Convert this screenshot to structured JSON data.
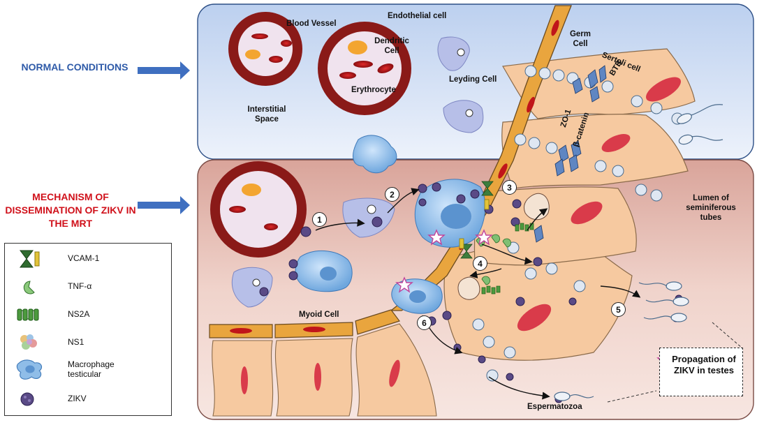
{
  "side_labels": {
    "normal": "NORMAL CONDITIONS",
    "mechanism": "MECHANISM OF DISSEMINATION OF ZIKV IN THE MRT"
  },
  "labels": {
    "blood_vessel": "Blood Vessel",
    "endothelial_cell": "Endothelial cell",
    "dendritic_cell": "Dendritic Cell",
    "erythrocyte": "Erythrocyte",
    "leyding_cell": "Leyding Cell",
    "interstitial_space": "Interstitial Space",
    "germ_cell": "Germ Cell",
    "sertoli_cell": "Sertoli cell",
    "btb": "BTB",
    "zo1": "ZO-1",
    "beta_catenin": "β-catenin",
    "lumen": "Lumen of seminiferous tubes",
    "myoid_cell": "Myoid Cell",
    "espermatozoa": "Espermatozoa"
  },
  "steps": [
    "1",
    "2",
    "3",
    "4",
    "5",
    "6"
  ],
  "legend": [
    {
      "icon": "vcam1-icon",
      "label": "VCAM-1"
    },
    {
      "icon": "tnf-alpha-icon",
      "label": "TNF-α"
    },
    {
      "icon": "ns2a-icon",
      "label": "NS2A"
    },
    {
      "icon": "ns1-icon",
      "label": "NS1"
    },
    {
      "icon": "macrophage-icon",
      "label": "Macrophage testicular"
    },
    {
      "icon": "zikv-icon",
      "label": "ZIKV"
    }
  ],
  "propagation_note": "Propagation of ZIKV in testes",
  "colors": {
    "side_label_blue": "#2e5aa8",
    "side_label_red": "#d0101a",
    "arrow_blue": "#3f6fc0",
    "top_panel": "#dce6f7",
    "bottom_panel": "#e9c6bd",
    "tissue": "#f6c9a0",
    "myoid": "#e9a53e",
    "vessel_wall": "#a3231f",
    "nucleus_blue": "#3f5f9f",
    "erythrocyte": "#c0151a",
    "macrophage": "#8fbde8",
    "zikv": "#5a4a86",
    "star": "#c0439a"
  }
}
